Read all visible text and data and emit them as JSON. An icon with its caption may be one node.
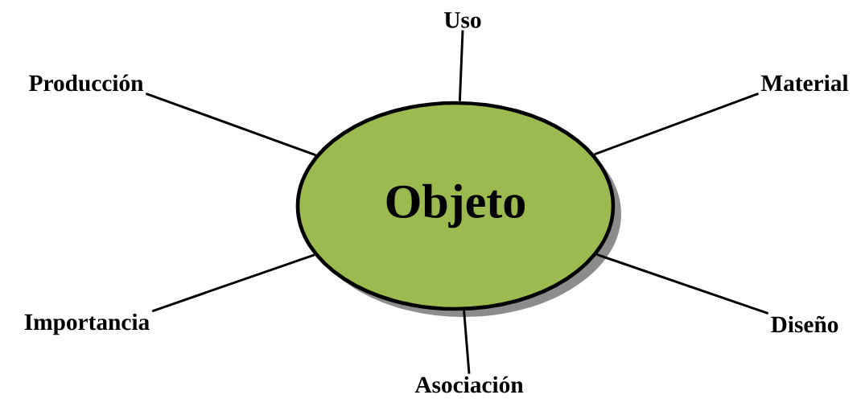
{
  "diagram": {
    "nodes": [
      {
        "text": [
          "Objeto"
        ]
      },
      {
        "text": [
          "Uso"
        ]
      },
      {
        "text": [
          "Producción"
        ]
      },
      {
        "text": [
          "Material"
        ]
      },
      {
        "text": [
          "Importancia"
        ]
      },
      {
        "text": [
          "Diseño"
        ]
      },
      {
        "text": [
          "Asociación"
        ]
      }
    ],
    "edges": [
      {
        "from": 0,
        "to": 1,
        "arrow": "none"
      },
      {
        "from": 0,
        "to": 2,
        "arrow": "none"
      },
      {
        "from": 0,
        "to": 3,
        "arrow": "none"
      },
      {
        "from": 0,
        "to": 4,
        "arrow": "none"
      },
      {
        "from": 0,
        "to": 5,
        "arrow": "none"
      },
      {
        "from": 0,
        "to": 6,
        "arrow": "none"
      }
    ]
  }
}
